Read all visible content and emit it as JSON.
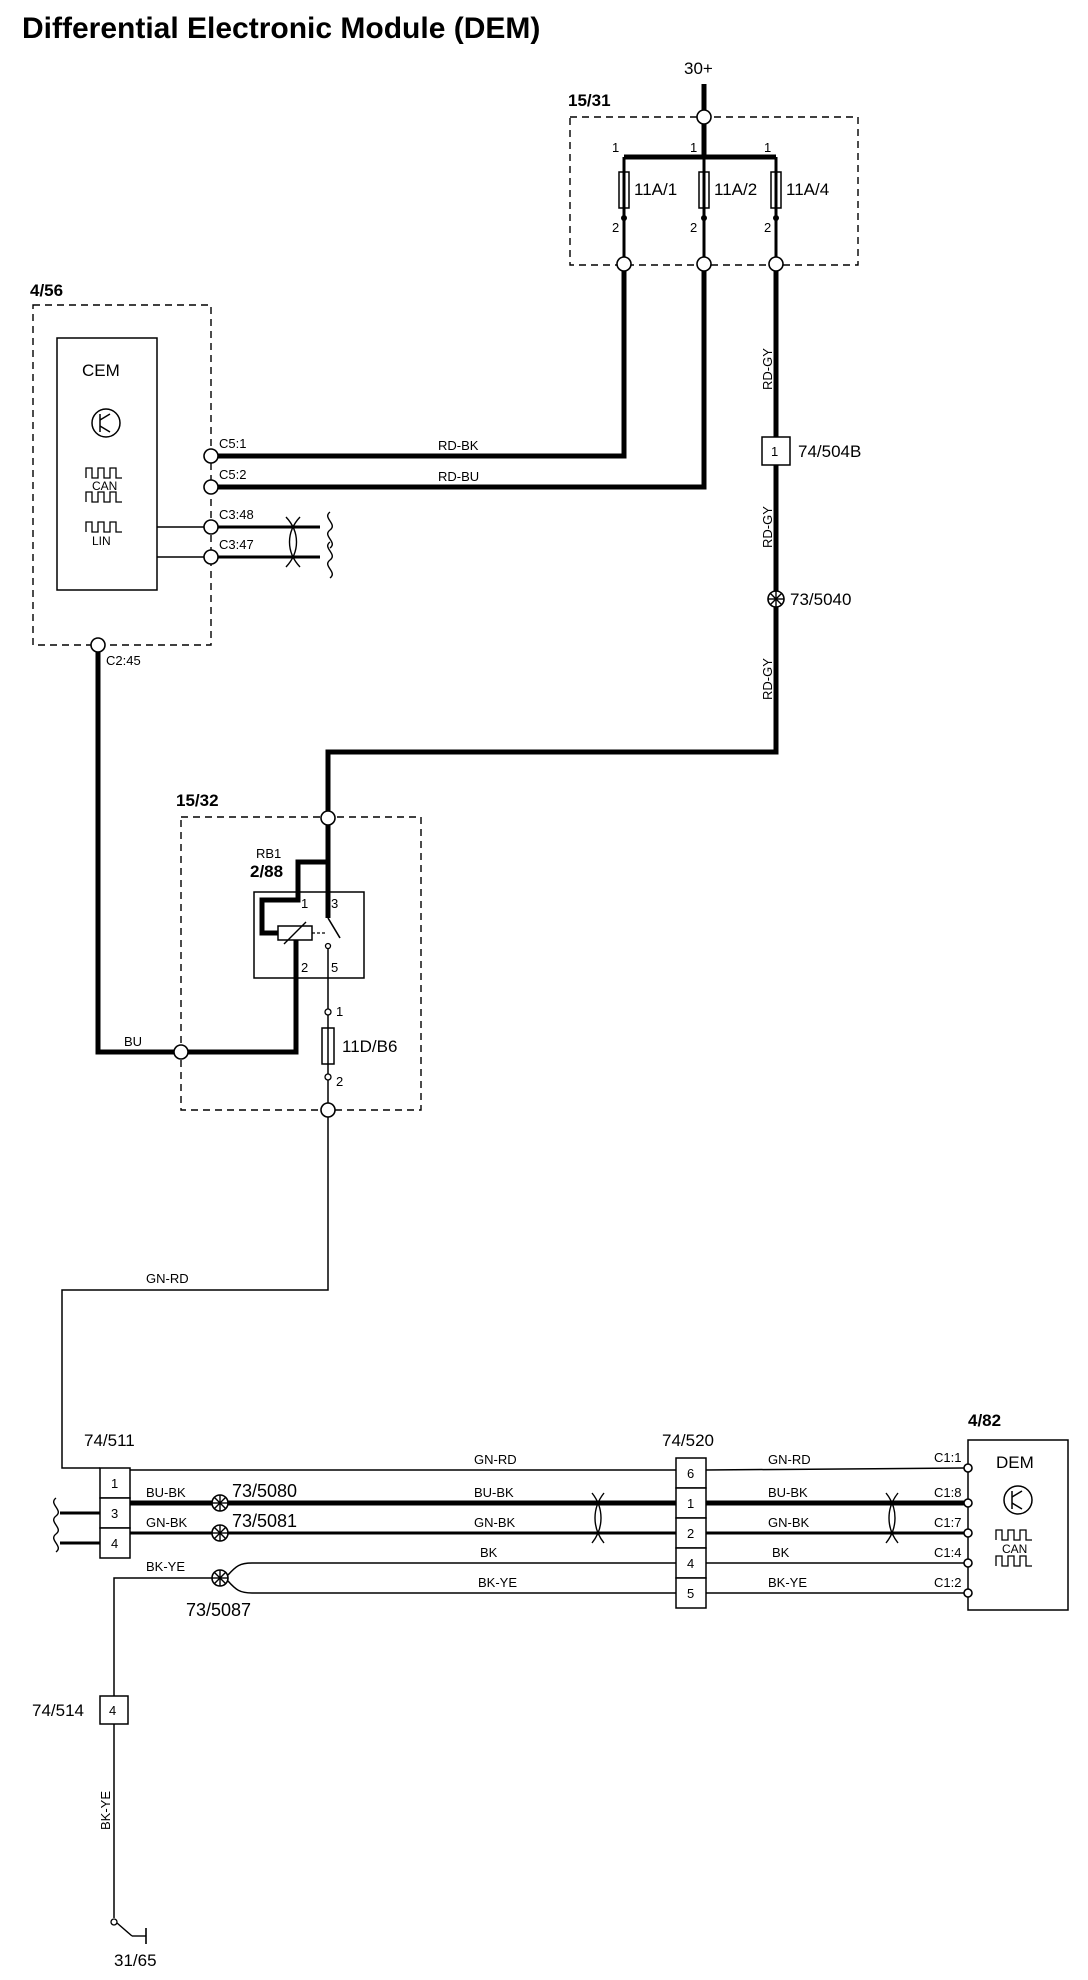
{
  "title": "Differential Electronic Module (DEM)",
  "supply": "30+",
  "ground": "31/65",
  "fusebox": {
    "ref": "15/31",
    "fuses": [
      {
        "name": "11A/1",
        "pin_top": "1",
        "pin_bottom": "2"
      },
      {
        "name": "11A/2",
        "pin_top": "1",
        "pin_bottom": "2"
      },
      {
        "name": "11A/4",
        "pin_top": "1",
        "pin_bottom": "2"
      }
    ]
  },
  "cem": {
    "ref": "4/56",
    "name": "CEM",
    "bus_can": "CAN",
    "bus_lin": "LIN",
    "pins": [
      "C5:1",
      "C5:2",
      "C3:48",
      "C3:47",
      "C2:45"
    ]
  },
  "relay_box": {
    "ref": "15/32",
    "relay_label": "RB1",
    "relay_ref": "2/88",
    "relay_pins": [
      "1",
      "3",
      "2",
      "5"
    ],
    "fuse": {
      "name": "11D/B6",
      "pin_top": "1",
      "pin_bottom": "2"
    }
  },
  "dem": {
    "ref": "4/82",
    "name": "DEM",
    "bus_can": "CAN",
    "pins": [
      "C1:1",
      "C1:8",
      "C1:7",
      "C1:4",
      "C1:2"
    ]
  },
  "connectors": {
    "c504b": {
      "ref": "74/504B",
      "pin": "1"
    },
    "c511": {
      "ref": "74/511",
      "pins": [
        "1",
        "3",
        "4"
      ]
    },
    "c520": {
      "ref": "74/520",
      "pins": [
        "6",
        "1",
        "2",
        "4",
        "5"
      ]
    },
    "c514": {
      "ref": "74/514",
      "pin": "4"
    }
  },
  "splices": [
    "73/5040",
    "73/5080",
    "73/5081",
    "73/5087"
  ],
  "wires": {
    "fuse1_cem": "RD-BK",
    "fuse2_cem": "RD-BU",
    "rdgy_a": "RD-GY",
    "rdgy_b": "RD-GY",
    "rdgy_c": "RD-GY",
    "cem_relay": "BU",
    "relay_511": "GN-RD",
    "w511_520_1": "GN-RD",
    "w520_dem_1": "GN-RD",
    "w511_520_3": "BU-BK",
    "w520_dem_3": "BU-BK",
    "w511_520_4": "GN-BK",
    "w520_dem_4": "GN-BK",
    "w5087_520_4": "BK",
    "w520_dem_bk": "BK",
    "w5087_520_5": "BK-YE",
    "w520_dem_bkye": "BK-YE",
    "w5087_514": "BK-YE",
    "w514_gnd": "BK-YE"
  }
}
